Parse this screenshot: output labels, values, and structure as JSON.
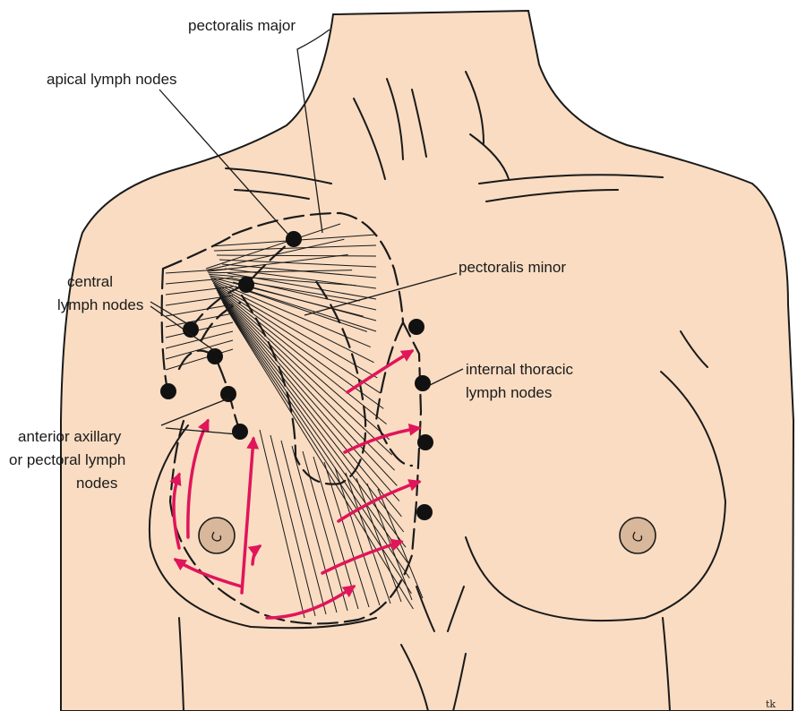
{
  "labels": {
    "pectoralis_major": "pectoralis major",
    "apical_nodes": "apical lymph nodes",
    "pectoralis_minor": "pectoralis minor",
    "central_nodes_1": "central",
    "central_nodes_2": "lymph nodes",
    "internal_thoracic_1": "internal thoracic",
    "internal_thoracic_2": "lymph nodes",
    "anterior_axillary_1": "anterior axillary",
    "anterior_axillary_2": "or pectoral lymph",
    "anterior_axillary_3": "nodes",
    "signature": "tk"
  },
  "colors": {
    "skin": "#f9dcc2",
    "areola": "#d8b79a",
    "lymph_flow": "#e0155a",
    "node": "#111111"
  }
}
